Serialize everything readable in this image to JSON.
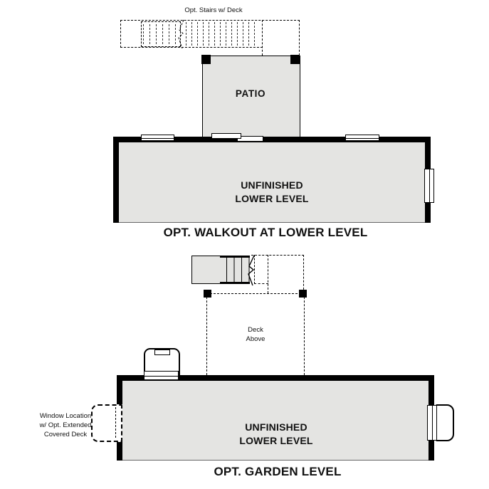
{
  "colors": {
    "floor_fill": "#e4e4e2",
    "line": "#000000",
    "background": "#ffffff"
  },
  "walkout_plan": {
    "stairs_note": "Opt. Stairs w/ Deck",
    "patio_label": "PATIO",
    "room_label": [
      "UNFINISHED",
      "LOWER LEVEL"
    ],
    "title": "OPT. WALKOUT AT LOWER LEVEL"
  },
  "garden_plan": {
    "deck_note": [
      "Deck",
      "Above"
    ],
    "window_note": [
      "Window Location",
      "w/ Opt. Extended",
      "Covered Deck"
    ],
    "room_label": [
      "UNFINISHED",
      "LOWER LEVEL"
    ],
    "title": "OPT. GARDEN LEVEL"
  }
}
